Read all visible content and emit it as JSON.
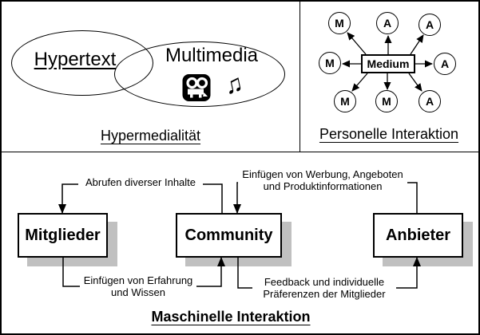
{
  "hypermedia": {
    "title": "Hypermedialität",
    "hypertext_label": "Hypertext",
    "multimedia_label": "Multimedia",
    "music_icon_glyph": "♫"
  },
  "personelle": {
    "title": "Personelle Interaktion",
    "medium_label": "Medium",
    "arrow_direction": "outward-from-medium",
    "nodes": [
      {
        "label": "M",
        "position": "top-left"
      },
      {
        "label": "A",
        "position": "top"
      },
      {
        "label": "A",
        "position": "top-right"
      },
      {
        "label": "M",
        "position": "left"
      },
      {
        "label": "A",
        "position": "right"
      },
      {
        "label": "M",
        "position": "bottom-left"
      },
      {
        "label": "M",
        "position": "bottom"
      },
      {
        "label": "A",
        "position": "bottom-right"
      }
    ]
  },
  "maschinelle": {
    "title": "Maschinelle Interaktion",
    "boxes": [
      {
        "label": "Mitglieder"
      },
      {
        "label": "Community"
      },
      {
        "label": "Anbieter"
      }
    ],
    "flows": [
      {
        "from": "Community",
        "to": "Mitglieder",
        "lines": [
          "Abrufen diverser Inhalte"
        ]
      },
      {
        "from": "Anbieter",
        "to": "Community",
        "lines": [
          "Einfügen von Werbung, Angeboten",
          "und Produktinformationen"
        ]
      },
      {
        "from": "Mitglieder",
        "to": "Community",
        "lines": [
          "Einfügen von Erfahrung",
          "und Wissen"
        ]
      },
      {
        "from": "Community",
        "to": "Anbieter",
        "lines": [
          "Feedback und individuelle",
          "Präferenzen der Mitglieder"
        ]
      }
    ]
  },
  "colors": {
    "line": "#000000",
    "shadow": "#c0c0c0",
    "background": "#ffffff"
  }
}
